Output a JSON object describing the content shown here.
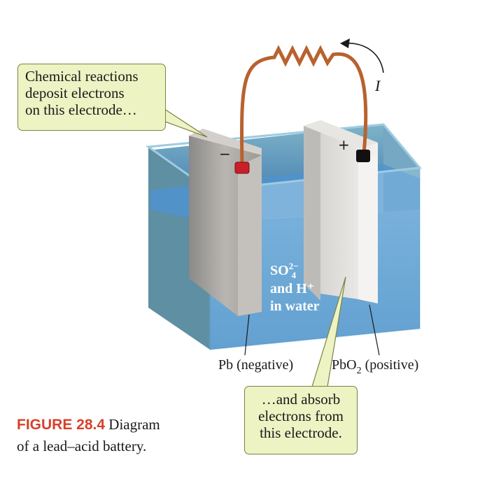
{
  "callout_top": {
    "lines": [
      "Chemical reactions",
      "deposit electrons",
      "on this electrode…"
    ]
  },
  "callout_bottom": {
    "lines": [
      "…and absorb",
      "electrons from",
      "this electrode."
    ]
  },
  "labels": {
    "current": "I",
    "negative_sign": "−",
    "positive_sign": "+",
    "pb": "Pb (negative)",
    "pbo2_base": "PbO",
    "pbo2_sub": "2",
    "pbo2_rest": " (positive)"
  },
  "electrolyte": {
    "ion_base": "SO",
    "ion_sup": "2−",
    "ion_sub": "4",
    "line2": "and H⁺",
    "line3": "in water"
  },
  "caption": {
    "figure_number": "FIGURE 28.4",
    "text_line1": " Diagram",
    "text_line2": "of a lead–acid battery."
  },
  "colors": {
    "callout_fill": "#eef3c4",
    "figure_number": "#d7412b",
    "wire": "#b8622f",
    "water": "#5b9fd6",
    "tank_wall": "#8bc4dc",
    "negative_terminal": "#c8202a",
    "positive_terminal": "#111111"
  }
}
